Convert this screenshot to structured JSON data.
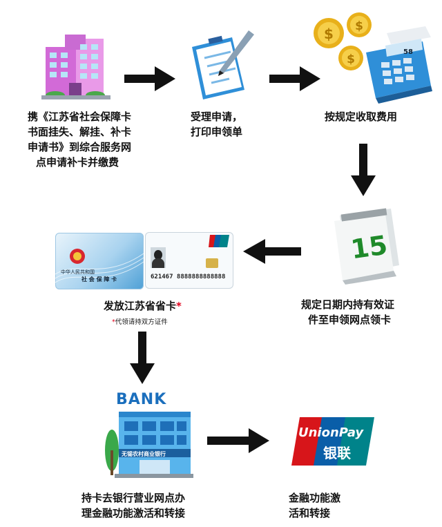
{
  "steps": {
    "step1": {
      "line1": "携《江苏省社会保障卡",
      "line2": "书面挂失、解挂、补卡",
      "line3": "申请书》到综合服务网",
      "line4": "点申请补卡并缴费"
    },
    "step2": {
      "line1": "受理申请，",
      "line2": "打印申领单"
    },
    "step3": {
      "line1": "按规定收取费用"
    },
    "step4": {
      "line1": "规定日期内持有效证",
      "line2": "件至申领网点领卡"
    },
    "step5": {
      "line1": "发放江苏省省卡",
      "asterisk": "*",
      "note_asterisk": "*",
      "note": "代领请持双方证件"
    },
    "step6": {
      "line1": "持卡去银行营业网点办",
      "line2": "理金融功能激活和转接"
    },
    "step7": {
      "line1": "金融功能激",
      "line2": "活和转接"
    }
  },
  "card": {
    "front_country": "中华人民共和国",
    "front_title": "社 会 保 障 卡",
    "back_number": "621467 8888888888888"
  },
  "bank": {
    "sign": "BANK",
    "branch": "无锡农村商业银行"
  },
  "unionpay": {
    "latin": "UnionPay",
    "chinese": "银联"
  },
  "register": {
    "display": "58"
  },
  "calendar": {
    "day": "15"
  },
  "colors": {
    "arrow": "#111111",
    "asterisk": "#e0001b",
    "union_red": "#d7151a",
    "union_blue": "#0a5ea8",
    "union_green": "#00838a"
  }
}
